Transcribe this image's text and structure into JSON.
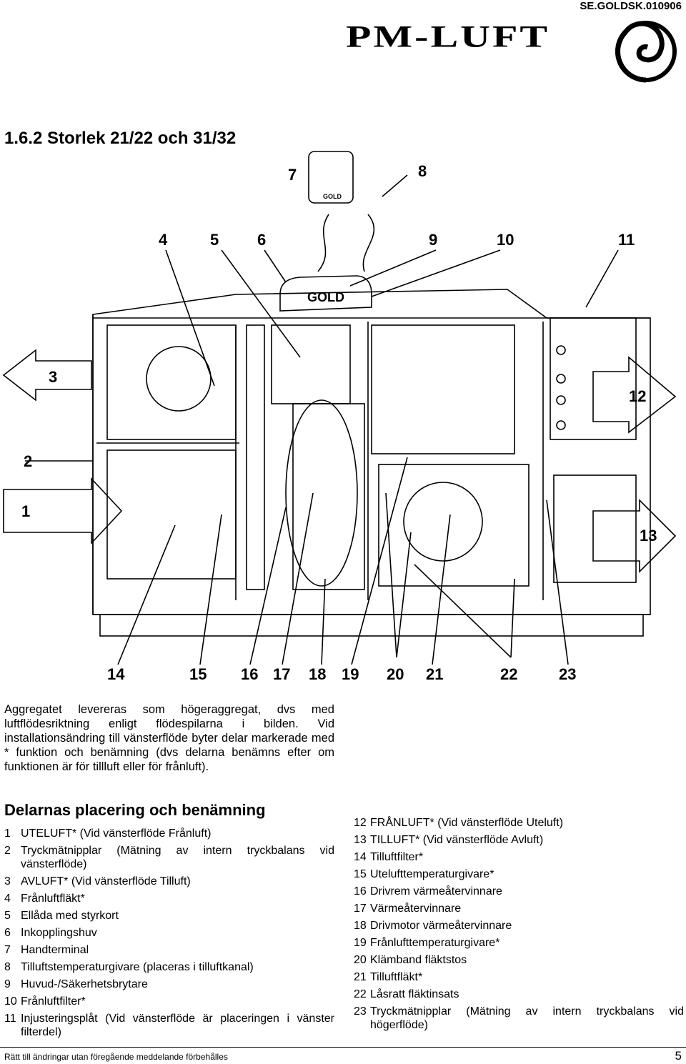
{
  "header": {
    "doc_code": "SE.GOLDSK.010906",
    "logo_text": "PM-LUFT"
  },
  "section_title": "1.6.2 Storlek 21/22 och 31/32",
  "diagram": {
    "unit_badge": "GOLD",
    "terminal_badge": "GOLD",
    "callouts": [
      "1",
      "2",
      "3",
      "4",
      "5",
      "6",
      "7",
      "8",
      "9",
      "10",
      "11",
      "12",
      "13",
      "14",
      "15",
      "16",
      "17",
      "18",
      "19",
      "20",
      "21",
      "22",
      "23"
    ]
  },
  "intro": "Aggregatet levereras som högeraggregat, dvs med luftflödesriktning enligt flödespilarna i bilden. Vid installationsändring till vänsterflöde byter delar markerade med * funktion och benämning (dvs delarna benämns efter om funktionen är för tillluft eller för frånluft).",
  "parts": {
    "title": "Delarnas placering och benämning",
    "left": [
      {
        "num": "1",
        "text": "UTELUFT* (Vid vänsterflöde Frånluft)"
      },
      {
        "num": "2",
        "text": "Tryckmätnipplar (Mätning av intern tryckbalans vid vänsterflöde)"
      },
      {
        "num": "3",
        "text": "AVLUFT* (Vid vänsterflöde Tilluft)"
      },
      {
        "num": "4",
        "text": "Frånluftfläkt*"
      },
      {
        "num": "5",
        "text": "Ellåda med styrkort"
      },
      {
        "num": "6",
        "text": "Inkopplingshuv"
      },
      {
        "num": "7",
        "text": "Handterminal"
      },
      {
        "num": "8",
        "text": "Tilluftstemperaturgivare (placeras i tilluftkanal)"
      },
      {
        "num": "9",
        "text": "Huvud-/Säkerhetsbrytare"
      },
      {
        "num": "10",
        "text": "Frånluftfilter*"
      },
      {
        "num": "11",
        "text": "Injusteringsplåt (Vid vänsterflöde är placeringen i vänster filterdel)"
      }
    ],
    "right": [
      {
        "num": "12",
        "text": "FRÅNLUFT* (Vid vänsterflöde Uteluft)"
      },
      {
        "num": "13",
        "text": "TILLUFT* (Vid vänsterflöde Avluft)"
      },
      {
        "num": "14",
        "text": "Tilluftfilter*"
      },
      {
        "num": "15",
        "text": "Utelufttemperaturgivare*"
      },
      {
        "num": "16",
        "text": "Drivrem värmeåtervinnare"
      },
      {
        "num": "17",
        "text": "Värmeåtervinnare"
      },
      {
        "num": "18",
        "text": "Drivmotor värmeåtervinnare"
      },
      {
        "num": "19",
        "text": "Frånlufttemperaturgivare*"
      },
      {
        "num": "20",
        "text": "Klämband fläktstos"
      },
      {
        "num": "21",
        "text": "Tilluftfläkt*"
      },
      {
        "num": "22",
        "text": "Låsratt fläktinsats"
      },
      {
        "num": "23",
        "text": "Tryckmätnipplar (Mätning av intern tryckbalans vid högerflöde)"
      }
    ]
  },
  "footer": {
    "note": "Rätt till ändringar utan föregående meddelande förbehålles",
    "page": "5"
  }
}
